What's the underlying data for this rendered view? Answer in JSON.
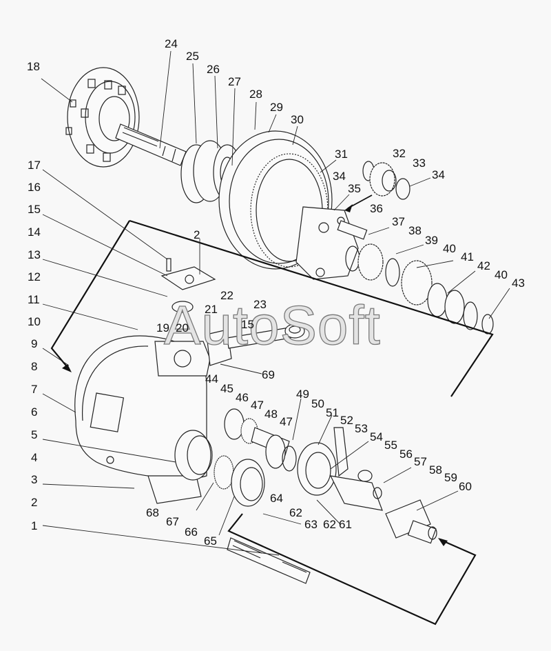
{
  "diagram": {
    "title": "Exploded view assembly",
    "watermark": "AutoSoft",
    "callouts": [
      {
        "id": "c1",
        "text": "1"
      },
      {
        "id": "c2a",
        "text": "2"
      },
      {
        "id": "c2b",
        "text": "2"
      },
      {
        "id": "c3",
        "text": "3"
      },
      {
        "id": "c4",
        "text": "4"
      },
      {
        "id": "c5",
        "text": "5"
      },
      {
        "id": "c6",
        "text": "6"
      },
      {
        "id": "c7",
        "text": "7"
      },
      {
        "id": "c8",
        "text": "8"
      },
      {
        "id": "c9",
        "text": "9"
      },
      {
        "id": "c10",
        "text": "10"
      },
      {
        "id": "c11",
        "text": "11"
      },
      {
        "id": "c12",
        "text": "12"
      },
      {
        "id": "c13",
        "text": "13"
      },
      {
        "id": "c14",
        "text": "14"
      },
      {
        "id": "c15a",
        "text": "15"
      },
      {
        "id": "c15b",
        "text": "15"
      },
      {
        "id": "c16",
        "text": "16"
      },
      {
        "id": "c17",
        "text": "17"
      },
      {
        "id": "c18",
        "text": "18"
      },
      {
        "id": "c19",
        "text": "19"
      },
      {
        "id": "c20",
        "text": "20"
      },
      {
        "id": "c21",
        "text": "21"
      },
      {
        "id": "c22",
        "text": "22"
      },
      {
        "id": "c23",
        "text": "23"
      },
      {
        "id": "c24",
        "text": "24"
      },
      {
        "id": "c25",
        "text": "25"
      },
      {
        "id": "c26",
        "text": "26"
      },
      {
        "id": "c27",
        "text": "27"
      },
      {
        "id": "c28",
        "text": "28"
      },
      {
        "id": "c29",
        "text": "29"
      },
      {
        "id": "c30",
        "text": "30"
      },
      {
        "id": "c31",
        "text": "31"
      },
      {
        "id": "c32",
        "text": "32"
      },
      {
        "id": "c33",
        "text": "33"
      },
      {
        "id": "c34a",
        "text": "34"
      },
      {
        "id": "c34b",
        "text": "34"
      },
      {
        "id": "c35",
        "text": "35"
      },
      {
        "id": "c36",
        "text": "36"
      },
      {
        "id": "c37",
        "text": "37"
      },
      {
        "id": "c38",
        "text": "38"
      },
      {
        "id": "c39",
        "text": "39"
      },
      {
        "id": "c40a",
        "text": "40"
      },
      {
        "id": "c40b",
        "text": "40"
      },
      {
        "id": "c41",
        "text": "41"
      },
      {
        "id": "c42",
        "text": "42"
      },
      {
        "id": "c43",
        "text": "43"
      },
      {
        "id": "c44",
        "text": "44"
      },
      {
        "id": "c45",
        "text": "45"
      },
      {
        "id": "c46",
        "text": "46"
      },
      {
        "id": "c47a",
        "text": "47"
      },
      {
        "id": "c47b",
        "text": "47"
      },
      {
        "id": "c48",
        "text": "48"
      },
      {
        "id": "c49",
        "text": "49"
      },
      {
        "id": "c50",
        "text": "50"
      },
      {
        "id": "c51",
        "text": "51"
      },
      {
        "id": "c52",
        "text": "52"
      },
      {
        "id": "c53",
        "text": "53"
      },
      {
        "id": "c54",
        "text": "54"
      },
      {
        "id": "c55",
        "text": "55"
      },
      {
        "id": "c56",
        "text": "56"
      },
      {
        "id": "c57",
        "text": "57"
      },
      {
        "id": "c58",
        "text": "58"
      },
      {
        "id": "c59",
        "text": "59"
      },
      {
        "id": "c60",
        "text": "60"
      },
      {
        "id": "c61",
        "text": "61"
      },
      {
        "id": "c62a",
        "text": "62"
      },
      {
        "id": "c62b",
        "text": "62"
      },
      {
        "id": "c63",
        "text": "63"
      },
      {
        "id": "c64",
        "text": "64"
      },
      {
        "id": "c65",
        "text": "65"
      },
      {
        "id": "c66",
        "text": "66"
      },
      {
        "id": "c67",
        "text": "67"
      },
      {
        "id": "c68",
        "text": "68"
      },
      {
        "id": "c69",
        "text": "69"
      }
    ]
  }
}
